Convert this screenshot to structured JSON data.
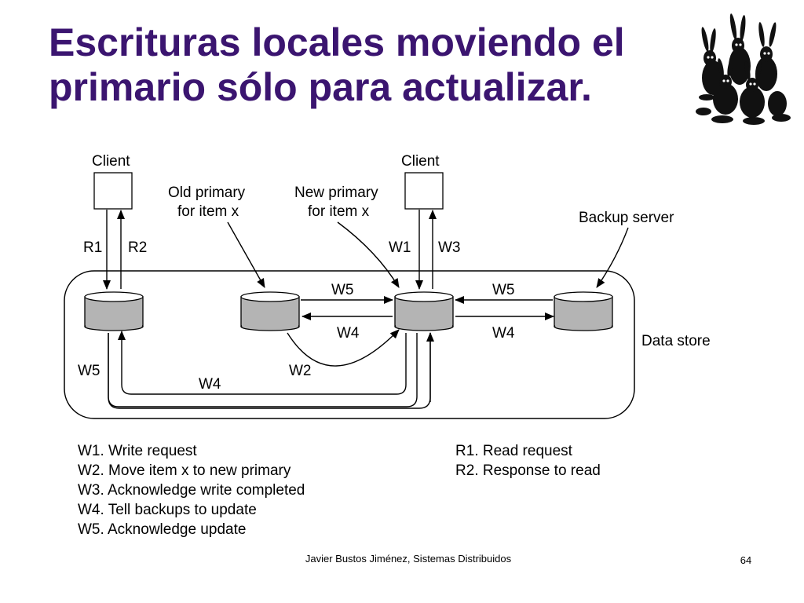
{
  "title": {
    "line1": "Escrituras locales moviendo el",
    "line2": "primario sólo para actualizar."
  },
  "diagram": {
    "client_left": "Client",
    "client_right": "Client",
    "old_primary_1": "Old primary",
    "old_primary_2": "for item x",
    "new_primary_1": "New primary",
    "new_primary_2": "for item x",
    "backup_server": "Backup server",
    "data_store": "Data store",
    "r1": "R1",
    "r2": "R2",
    "w1": "W1",
    "w3": "W3",
    "w5_top_left": "W5",
    "w4_mid_left": "W4",
    "w5_top_right": "W5",
    "w4_mid_right": "W4",
    "w2": "W2",
    "w5_bottom": "W5",
    "w4_bottom": "W4"
  },
  "legend_left": [
    "W1. Write request",
    "W2. Move item x to new primary",
    "W3. Acknowledge write completed",
    "W4. Tell backups to update",
    "W5. Acknowledge update"
  ],
  "legend_right": [
    "R1. Read request",
    "R2. Response to read"
  ],
  "footer": "Javier Bustos Jiménez, Sistemas Distribuidos",
  "page_number": "64",
  "colors": {
    "title": "#3b1570",
    "disk_body": "#b4b4b4"
  },
  "decoration": "rabbits-logo"
}
